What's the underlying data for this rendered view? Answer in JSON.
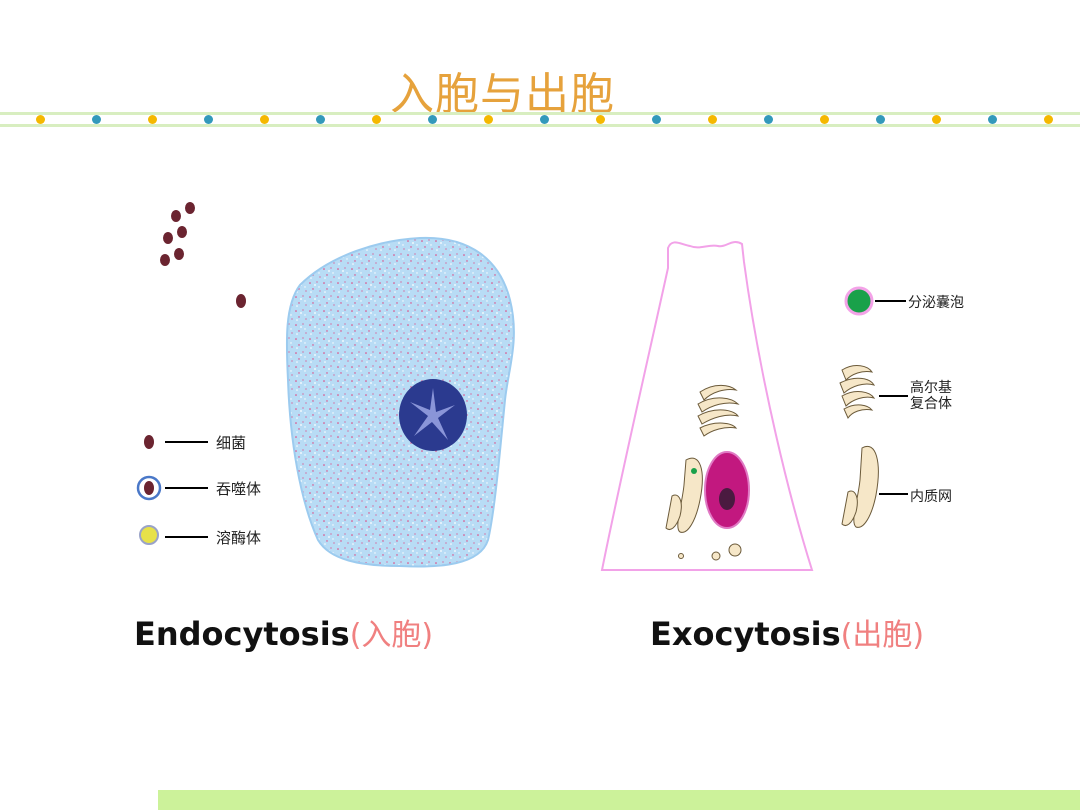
{
  "slide": {
    "title": "入胞与出胞",
    "colors": {
      "title": "#e6a23c",
      "band": "#d8eec0",
      "dot_orange": "#f5b800",
      "dot_blue": "#3399bb",
      "footer": "#ccf29a"
    }
  },
  "endocytosis": {
    "caption_en": "Endocytosis",
    "caption_cn": "(入胞)",
    "legend": [
      {
        "label": "细菌"
      },
      {
        "label": "吞噬体"
      },
      {
        "label": "溶酶体"
      }
    ]
  },
  "exocytosis": {
    "caption_en": "Exocytosis",
    "caption_cn": "(出胞)",
    "legend": [
      {
        "label": "分泌囊泡"
      },
      {
        "label": "高尔基复合体"
      },
      {
        "label": "内质网"
      }
    ]
  }
}
